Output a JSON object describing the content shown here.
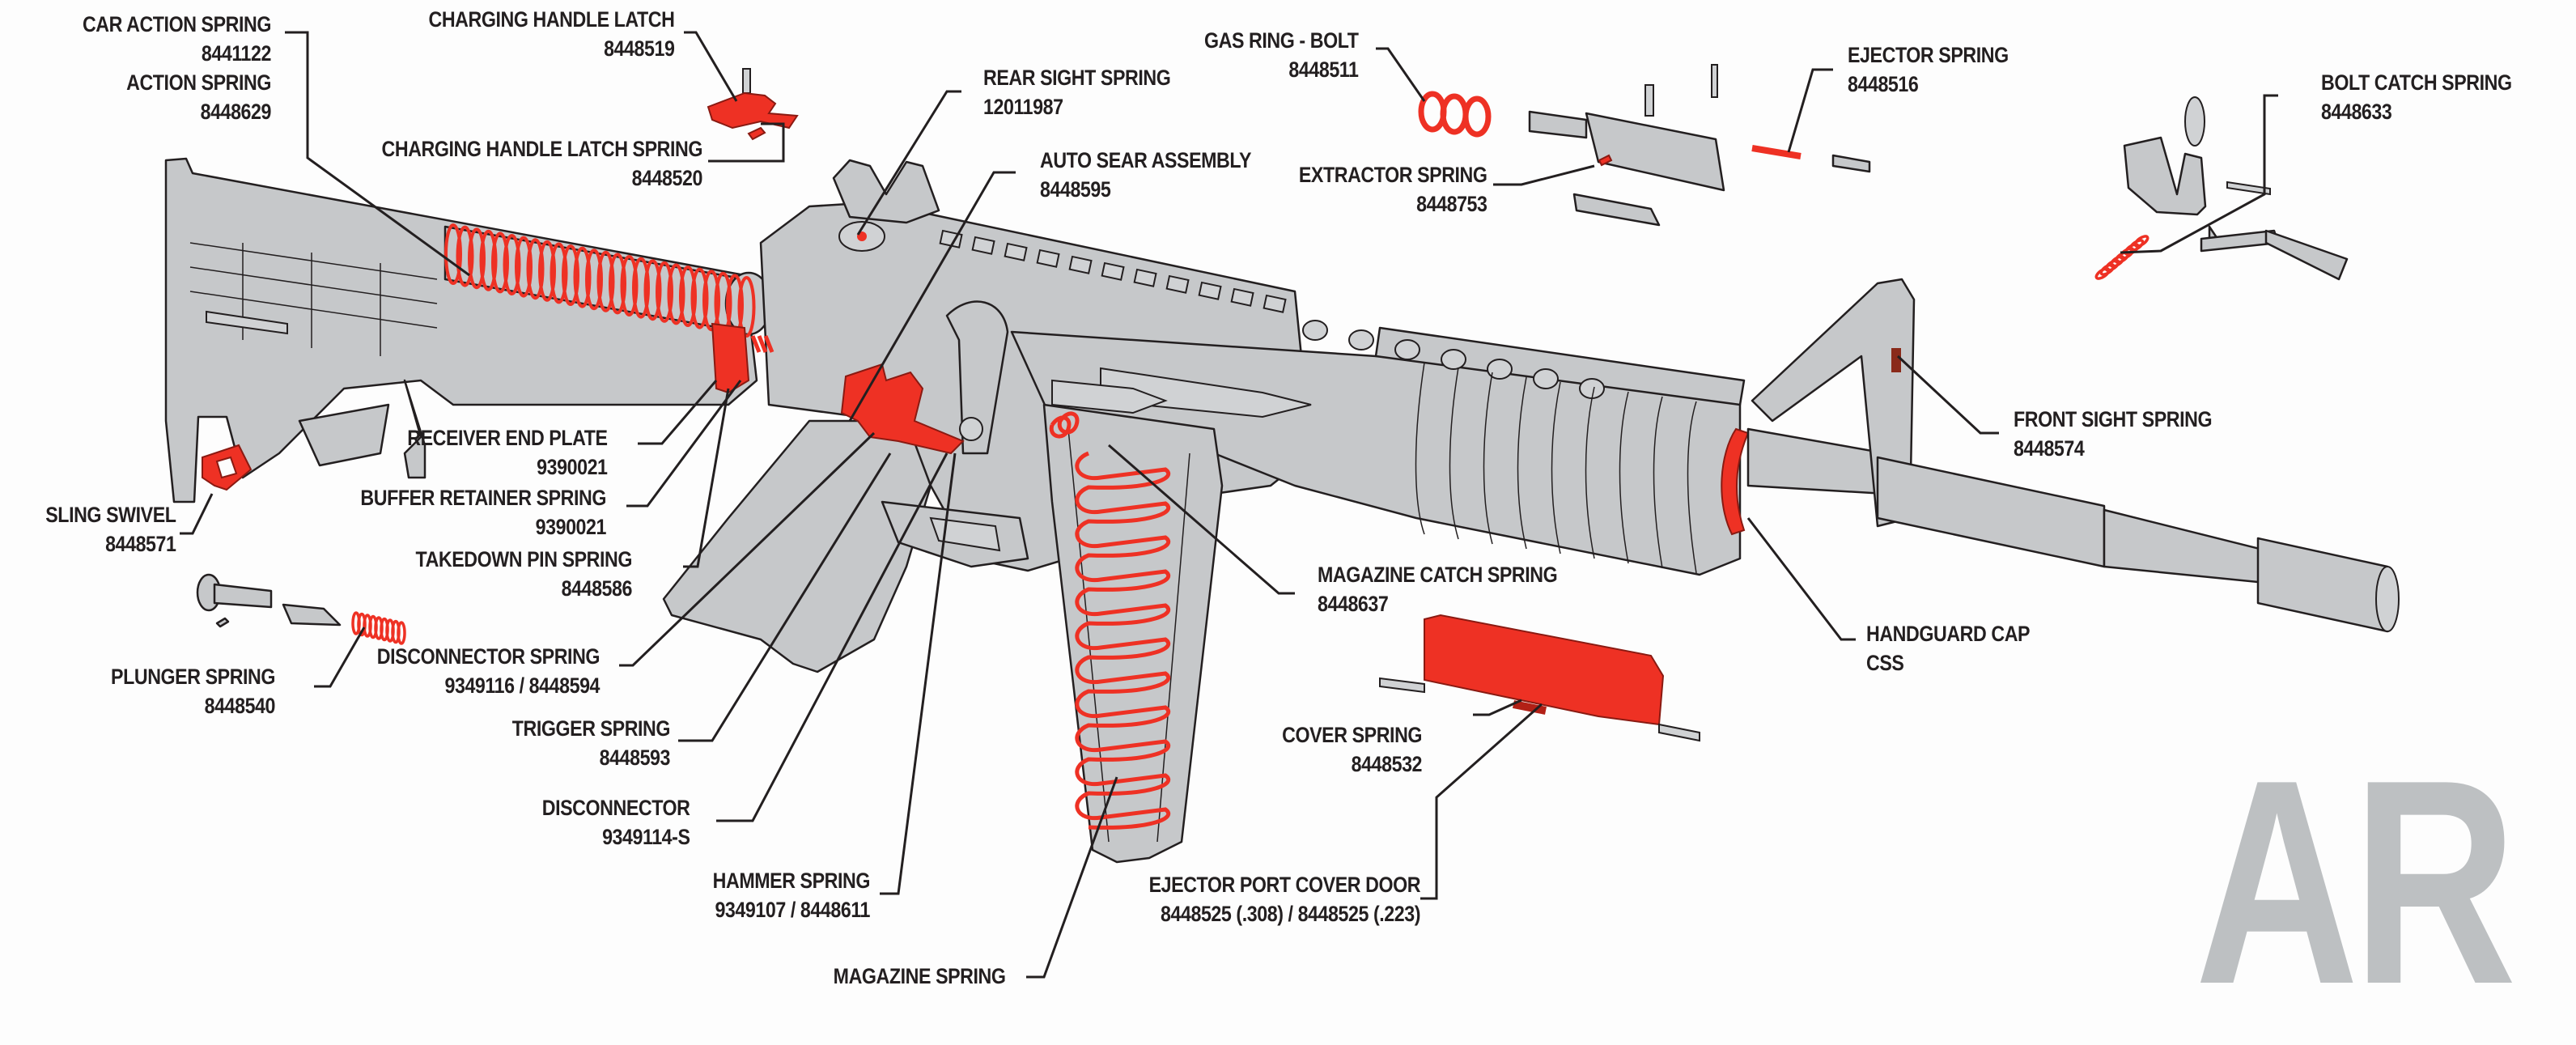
{
  "diagram": {
    "title_watermark": "AR",
    "colors": {
      "highlight_red": "#ee3124",
      "body_grey": "#c6c8ca",
      "outline": "#231f20",
      "watermark_grey": "#bdc0c2"
    },
    "labels": {
      "car_action_spring": {
        "name": "CAR ACTION SPRING",
        "part": "8441122"
      },
      "action_spring": {
        "name": "ACTION SPRING",
        "part": "8448629"
      },
      "charging_handle_latch": {
        "name": "CHARGING HANDLE LATCH",
        "part": "8448519"
      },
      "charging_handle_latch_spring": {
        "name": "CHARGING HANDLE LATCH SPRING",
        "part": "8448520"
      },
      "rear_sight_spring": {
        "name": "REAR SIGHT SPRING",
        "part": "12011987"
      },
      "auto_sear_assembly": {
        "name": "AUTO SEAR ASSEMBLY",
        "part": "8448595"
      },
      "gas_ring_bolt": {
        "name": "GAS RING - BOLT",
        "part": "8448511"
      },
      "extractor_spring": {
        "name": "EXTRACTOR SPRING",
        "part": "8448753"
      },
      "ejector_spring": {
        "name": "EJECTOR SPRING",
        "part": "8448516"
      },
      "bolt_catch_spring": {
        "name": "BOLT CATCH SPRING",
        "part": "8448633"
      },
      "front_sight_spring": {
        "name": "FRONT SIGHT SPRING",
        "part": "8448574"
      },
      "receiver_end_plate": {
        "name": "RECEIVER END PLATE",
        "part": "9390021"
      },
      "buffer_retainer_spring": {
        "name": "BUFFER RETAINER SPRING",
        "part": "9390021"
      },
      "takedown_pin_spring": {
        "name": "TAKEDOWN PIN SPRING",
        "part": "8448586"
      },
      "sling_swivel": {
        "name": "SLING SWIVEL",
        "part": "8448571"
      },
      "plunger_spring": {
        "name": "PLUNGER SPRING",
        "part": "8448540"
      },
      "disconnector_spring": {
        "name": "DISCONNECTOR SPRING",
        "part": "9349116 / 8448594"
      },
      "trigger_spring": {
        "name": "TRIGGER SPRING",
        "part": "8448593"
      },
      "disconnector": {
        "name": "DISCONNECTOR",
        "part": "9349114-S"
      },
      "hammer_spring": {
        "name": "HAMMER SPRING",
        "part": "9349107 / 8448611"
      },
      "magazine_spring": {
        "name": "MAGAZINE SPRING"
      },
      "magazine_catch_spring": {
        "name": "MAGAZINE CATCH SPRING",
        "part": "8448637"
      },
      "handguard_cap": {
        "name": "HANDGUARD CAP",
        "part": "CSS"
      },
      "cover_spring": {
        "name": "COVER SPRING",
        "part": "8448532"
      },
      "ejector_port_cover_door": {
        "name": "EJECTOR PORT COVER DOOR",
        "part": "8448525 (.308) / 8448525 (.223)"
      }
    }
  }
}
